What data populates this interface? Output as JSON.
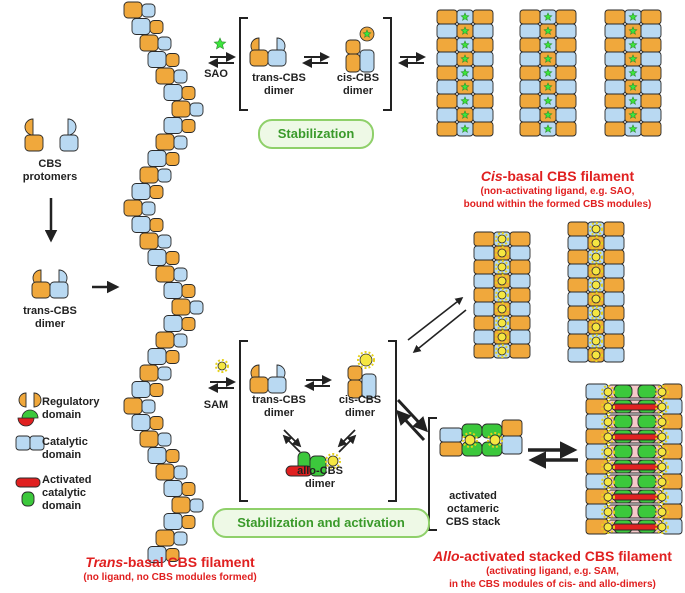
{
  "labels": {
    "protomers": "CBS\nprotomers",
    "trans_dimer_left": "trans-CBS\ndimer",
    "trans_dimer_top": "trans-CBS\ndimer",
    "cis_dimer_top": "cis-CBS\ndimer",
    "trans_dimer_mid": "trans-CBS\ndimer",
    "cis_dimer_mid": "cis-CBS\ndimer",
    "allo_dimer": "allo-CBS\ndimer",
    "octameric_stack": "activated\noctameric\nCBS stack",
    "sao": "SAO",
    "sam": "SAM"
  },
  "legend": {
    "regulatory": "Regulatory\ndomain",
    "catalytic": "Catalytic\ndomain",
    "activated": "Activated\ncatalytic\ndomain"
  },
  "pills": {
    "stabilization": "Stabilization",
    "stabilization_activation": "Stabilization and activation"
  },
  "captions": {
    "cis_title_italic": "Cis",
    "cis_title_rest": "-basal CBS filament",
    "cis_sub": "(non-activating ligand, e.g. SAO,\nbound within the formed CBS modules)",
    "trans_title_italic": "Trans",
    "trans_title_rest": "-basal CBS filament",
    "trans_sub": "(no ligand, no CBS modules formed)",
    "allo_title_italic": "Allo",
    "allo_title_rest": "-activated stacked CBS filament",
    "allo_sub": "(activating ligand, e.g. SAM,\nin the CBS modules of cis- and allo-dimers)"
  },
  "colors": {
    "regulatory": "#f0a83c",
    "catalytic": "#b9d9f2",
    "activated": "#e02020",
    "activated_green": "#3cc83c",
    "ligand_sao": "#3de63d",
    "ligand_sam": "#f5e642",
    "caption_red": "#e02020",
    "pill_green": "#3a9a2a"
  }
}
